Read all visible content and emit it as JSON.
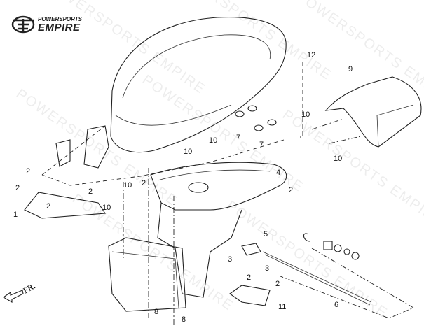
{
  "brand": {
    "line1": "POWERSPORTS",
    "line2": "EMPIRE"
  },
  "watermark": "POWERSPORTS EMPIRE",
  "direction_label": "FR.",
  "callouts": [
    "12",
    "9",
    "10",
    "10",
    "7",
    "7",
    "10",
    "10",
    "4",
    "2",
    "2",
    "2",
    "2",
    "2",
    "1",
    "2",
    "10",
    "10",
    "5",
    "3",
    "3",
    "2",
    "2",
    "11",
    "6",
    "8",
    "8"
  ]
}
